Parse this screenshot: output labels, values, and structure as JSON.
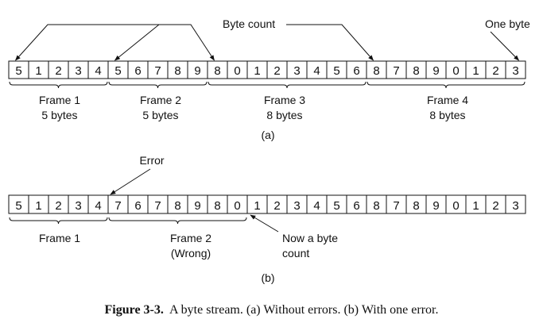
{
  "figure": {
    "caption_label": "Figure 3-3.",
    "caption_text": "A byte stream. (a) Without errors. (b) With one error."
  },
  "part_a": {
    "tag": "(a)",
    "bytes": [
      "5",
      "1",
      "2",
      "3",
      "4",
      "5",
      "6",
      "7",
      "8",
      "9",
      "8",
      "0",
      "1",
      "2",
      "3",
      "4",
      "5",
      "6",
      "8",
      "7",
      "8",
      "9",
      "0",
      "1",
      "2",
      "3"
    ],
    "frames": [
      {
        "name": "Frame 1",
        "detail": "5 bytes",
        "start": 0,
        "end": 4
      },
      {
        "name": "Frame 2",
        "detail": "5 bytes",
        "start": 5,
        "end": 9
      },
      {
        "name": "Frame 3",
        "detail": "8 bytes",
        "start": 10,
        "end": 17
      },
      {
        "name": "Frame 4",
        "detail": "8 bytes",
        "start": 18,
        "end": 25
      }
    ],
    "annotations": {
      "byte_count": "Byte count",
      "one_byte": "One byte"
    },
    "byte_count_targets": [
      0,
      5,
      10,
      18
    ],
    "one_byte_target": 25
  },
  "part_b": {
    "tag": "(b)",
    "bytes": [
      "5",
      "1",
      "2",
      "3",
      "4",
      "7",
      "6",
      "7",
      "8",
      "9",
      "8",
      "0",
      "1",
      "2",
      "3",
      "4",
      "5",
      "6",
      "8",
      "7",
      "8",
      "9",
      "0",
      "1",
      "2",
      "3"
    ],
    "frames": [
      {
        "name": "Frame 1",
        "detail": "",
        "start": 0,
        "end": 4
      },
      {
        "name": "Frame 2",
        "detail": "(Wrong)",
        "start": 5,
        "end": 11
      }
    ],
    "annotations": {
      "error": "Error",
      "now_byte_count_line1": "Now a byte",
      "now_byte_count_line2": "count"
    },
    "error_target": 5,
    "now_count_target": 12
  }
}
